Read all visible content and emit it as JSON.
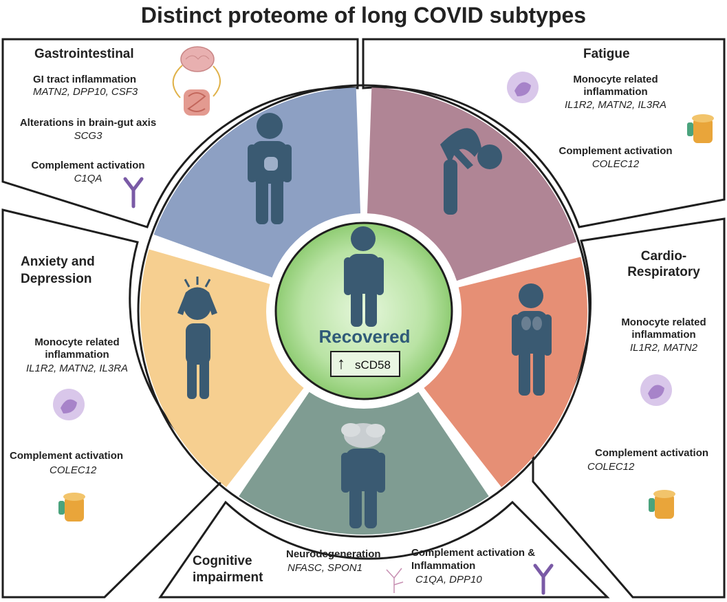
{
  "title": "Distinct proteome of long COVID subtypes",
  "center": {
    "label": "Recovered",
    "marker": "sCD58",
    "marker_direction": "up"
  },
  "colors": {
    "gastrointestinal": "#8da0c3",
    "fatigue": "#b08595",
    "cardio": "#e68f75",
    "cognitive": "#7f9c92",
    "anxiety": "#f6cf90",
    "recovered": "#9fd58a",
    "figure": "#3a5a72",
    "outline": "#1e1e1e"
  },
  "panels": {
    "gastrointestinal": {
      "heading": "Gastrointestinal",
      "items": [
        {
          "mechanism": "GI tract inflammation",
          "genes": "MATN2, DPP10, CSF3"
        },
        {
          "mechanism": "Alterations in brain-gut axis",
          "genes": "SCG3"
        },
        {
          "mechanism": "Complement activation",
          "genes": "C1QA"
        }
      ],
      "icons": [
        "brain-icon",
        "intestine-icon",
        "antibody-icon"
      ]
    },
    "fatigue": {
      "heading": "Fatigue",
      "items": [
        {
          "mechanism": "Monocyte related inflammation",
          "genes": "IL1R2, MATN2, IL3RA"
        },
        {
          "mechanism": "Complement activation",
          "genes": "COLEC12"
        }
      ],
      "icons": [
        "monocyte-icon",
        "receptor-icon"
      ]
    },
    "cardio": {
      "heading_line1": "Cardio-",
      "heading_line2": "Respiratory",
      "items": [
        {
          "mechanism": "Monocyte related inflammation",
          "genes": "IL1R2, MATN2"
        },
        {
          "mechanism": "Complement activation",
          "genes": "COLEC12"
        }
      ],
      "icons": [
        "monocyte-icon",
        "receptor-icon"
      ]
    },
    "anxiety": {
      "heading_line1": "Anxiety and",
      "heading_line2": "Depression",
      "items": [
        {
          "mechanism": "Monocyte related inflammation",
          "genes": "IL1R2, MATN2, IL3RA"
        },
        {
          "mechanism": "Complement activation",
          "genes": "COLEC12"
        }
      ],
      "icons": [
        "monocyte-icon",
        "receptor-icon"
      ]
    },
    "cognitive": {
      "heading_line1": "Cognitive",
      "heading_line2": "impairment",
      "items": [
        {
          "mechanism": "Neurodegeneration",
          "genes": "NFASC, SPON1"
        },
        {
          "mechanism_line1": "Complement activation &",
          "mechanism_line2": "Inflammation",
          "genes": "C1QA, DPP10"
        }
      ],
      "icons": [
        "neuron-icon",
        "antibody-icon"
      ]
    }
  }
}
